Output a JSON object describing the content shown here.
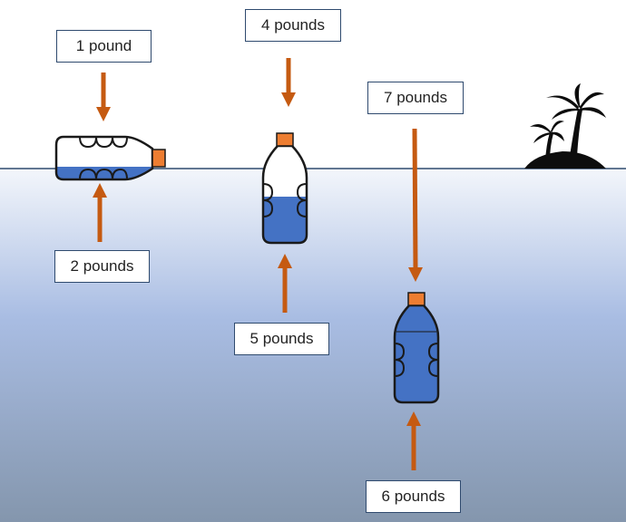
{
  "colors": {
    "water_top": "#f3f6fb",
    "water_mid": "#a9bde3",
    "water_bottom": "#8496ad",
    "waterline": "#2f4a6e",
    "arrow": "#c55a11",
    "bottle_water": "#4472c4",
    "bottle_outline": "#1a1a1a",
    "cap": "#ed7d31",
    "label_border": "#2f4a6e",
    "island": "#0d0d0d"
  },
  "icons": {
    "island": "palm-tree-island-icon",
    "bottle": "water-bottle-icon"
  },
  "bottles": [
    {
      "id": "floating-horizontal",
      "orientation": "horizontal",
      "water_fill": 0.3,
      "down_force": {
        "label": "1 pound"
      },
      "up_force": {
        "label": "2 pounds"
      }
    },
    {
      "id": "floating-upright",
      "orientation": "upright",
      "water_fill": 0.4,
      "down_force": {
        "label": "4 pounds"
      },
      "up_force": {
        "label": "5 pounds"
      }
    },
    {
      "id": "sinking",
      "orientation": "upright",
      "water_fill": 1.0,
      "down_force": {
        "label": "7 pounds"
      },
      "up_force": {
        "label": "6 pounds"
      }
    }
  ]
}
